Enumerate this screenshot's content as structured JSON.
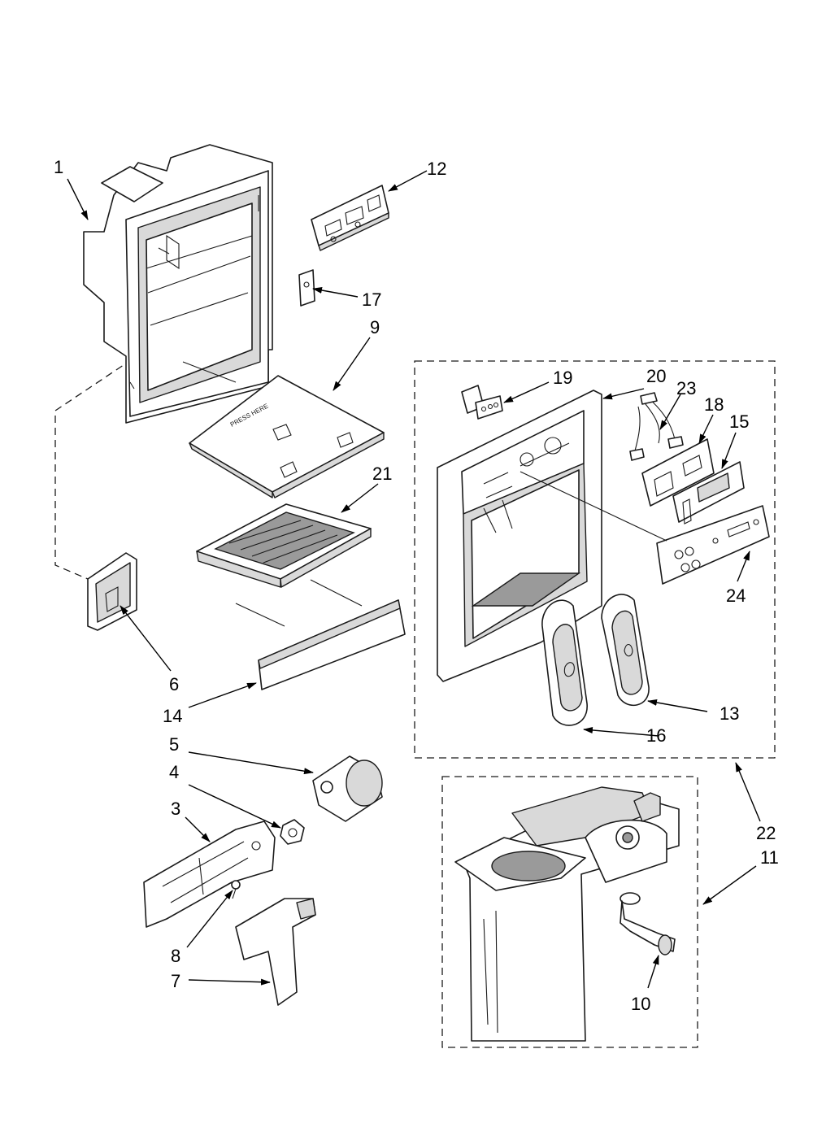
{
  "callouts": {
    "c1": "1",
    "c3": "3",
    "c4": "4",
    "c5": "5",
    "c6": "6",
    "c7": "7",
    "c8": "8",
    "c9": "9",
    "c10": "10",
    "c11": "11",
    "c12": "12",
    "c13": "13",
    "c14": "14",
    "c15": "15",
    "c16": "16",
    "c17": "17",
    "c18": "18",
    "c19": "19",
    "c20": "20",
    "c21": "21",
    "c22": "22",
    "c23": "23",
    "c24": "24"
  },
  "part_markings": {
    "press_here": "PRESS HERE"
  },
  "colors": {
    "line": "#1a1a1a",
    "shade": "#d9d9d9",
    "background": "#ffffff"
  }
}
